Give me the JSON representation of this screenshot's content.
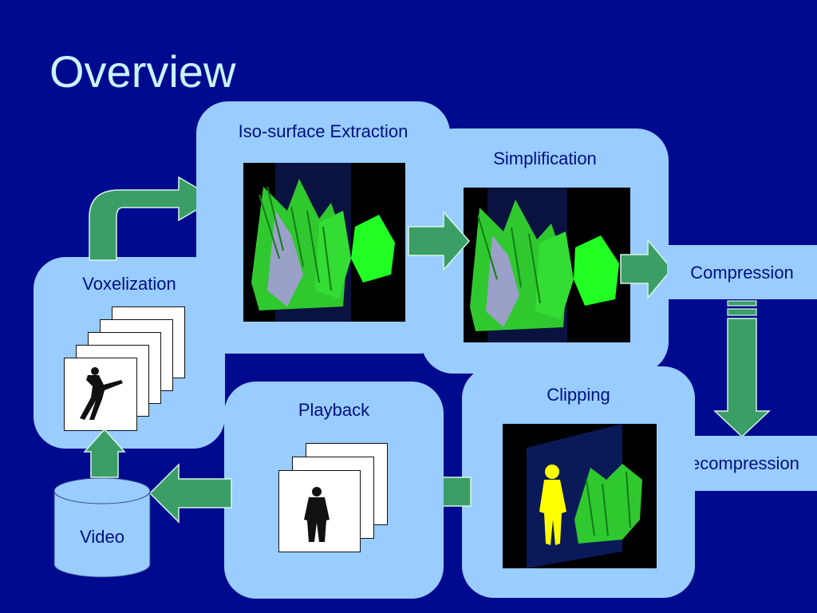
{
  "slide": {
    "title": "Overview",
    "stages": {
      "voxelization": "Voxelization",
      "iso_surface": "Iso-surface Extraction",
      "simplification": "Simplification",
      "compression": "Compression",
      "decompression": "Decompression",
      "clipping": "Clipping",
      "playback": "Playback",
      "video": "Video"
    }
  },
  "colors": {
    "background": "#000a8f",
    "panel": "#99ccff",
    "arrow": "#3a9e66",
    "title": "#c8f4ff",
    "label": "#001080",
    "mesh": "#33ee33",
    "figure_highlight": "#ffff00"
  }
}
